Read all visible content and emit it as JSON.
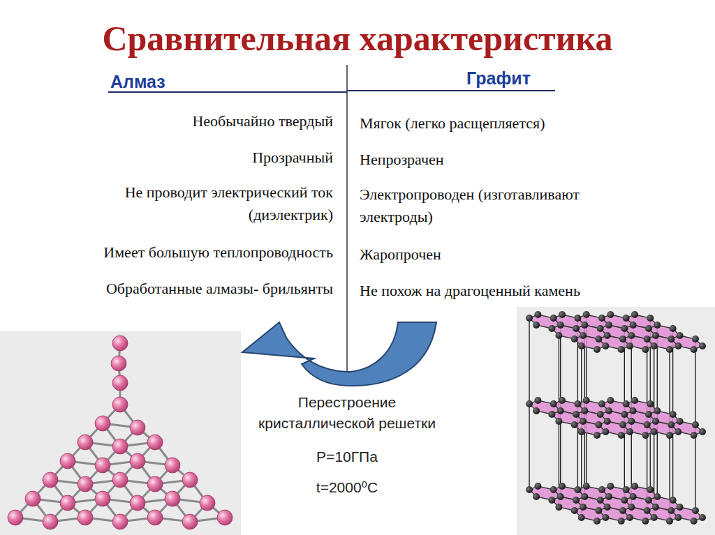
{
  "diagram": {
    "title": "Сравнительная характеристика",
    "labels": [
      "Алмаз",
      "Графит",
      "Необычайно твердый",
      "Мягок (легко расщепляется)",
      "Прозрачный",
      "Непрозрачен",
      "Не проводит электрический ток (диэлектрик)",
      "Электропроводен (изготавливают электроды)",
      "Имеет большую теплопроводность",
      "Жаропрочен",
      "Обработанные алмазы- брильянты",
      "Не похож на драгоценный камень",
      "Перестроение кристаллической решетки",
      "P=10ГПа",
      "t=2000⁰C"
    ]
  }
}
